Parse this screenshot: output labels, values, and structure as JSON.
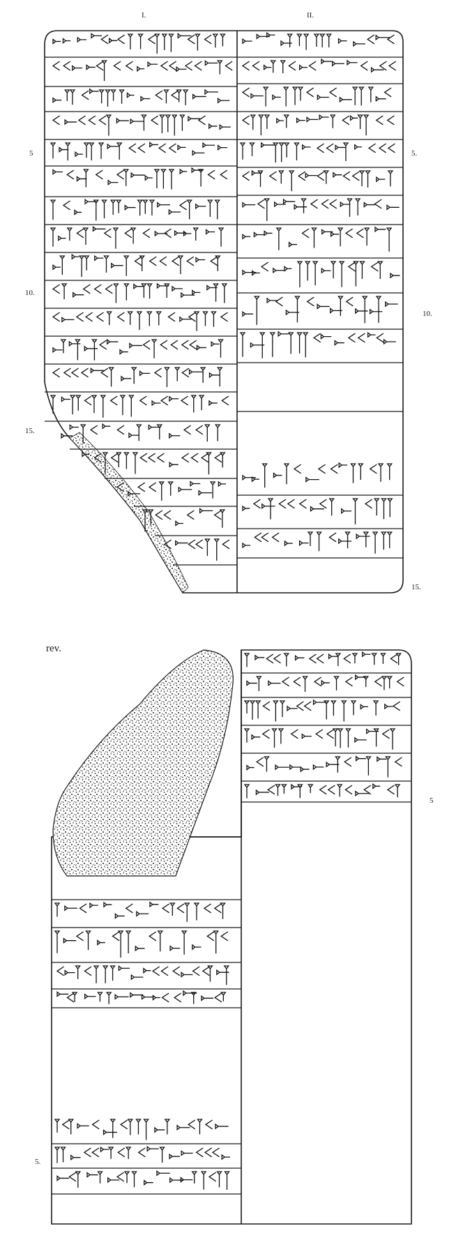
{
  "obverse": {
    "column_headers": [
      "I.",
      "II."
    ],
    "line_numbers_left": [
      "5",
      "10.",
      "15."
    ],
    "line_numbers_right": [
      "5.",
      "10.",
      "15."
    ]
  },
  "reverse": {
    "label": "rev.",
    "line_numbers_right": [
      "5"
    ],
    "line_numbers_left": [
      "5."
    ]
  }
}
